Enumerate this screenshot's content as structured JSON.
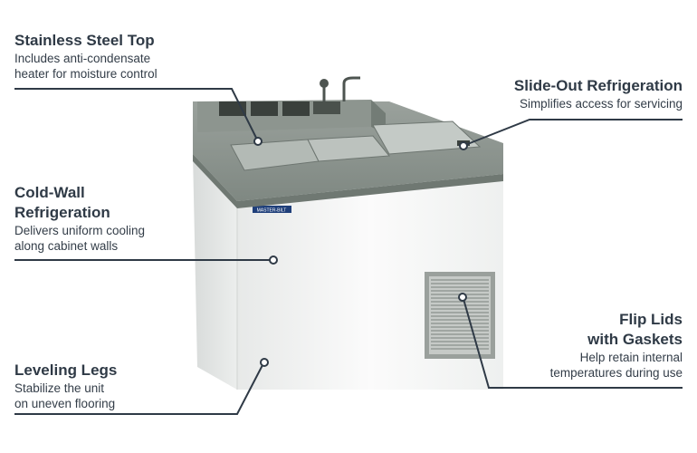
{
  "callouts": {
    "stainless": {
      "title": "Stainless Steel Top",
      "line1": "Includes anti-condensate",
      "line2": "heater for moisture control"
    },
    "slideout": {
      "title": "Slide-Out Refrigeration",
      "line1": "Simplifies access for servicing"
    },
    "coldwall": {
      "title1": "Cold-Wall",
      "title2": "Refrigeration",
      "line1": "Delivers uniform cooling",
      "line2": "along cabinet walls"
    },
    "fliplids": {
      "title1": "Flip Lids",
      "title2": "with Gaskets",
      "line1": "Help retain internal",
      "line2": "temperatures during use"
    },
    "leveling": {
      "title": "Leveling Legs",
      "line1": "Stabilize the unit",
      "line2": "on uneven flooring"
    }
  },
  "product": {
    "brand_badge": "MASTER-BILT"
  },
  "colors": {
    "leader_line": "#2f3a46",
    "heading": "#2f3a46",
    "cabinet": "#f4f5f4",
    "top": "#8c948e"
  }
}
